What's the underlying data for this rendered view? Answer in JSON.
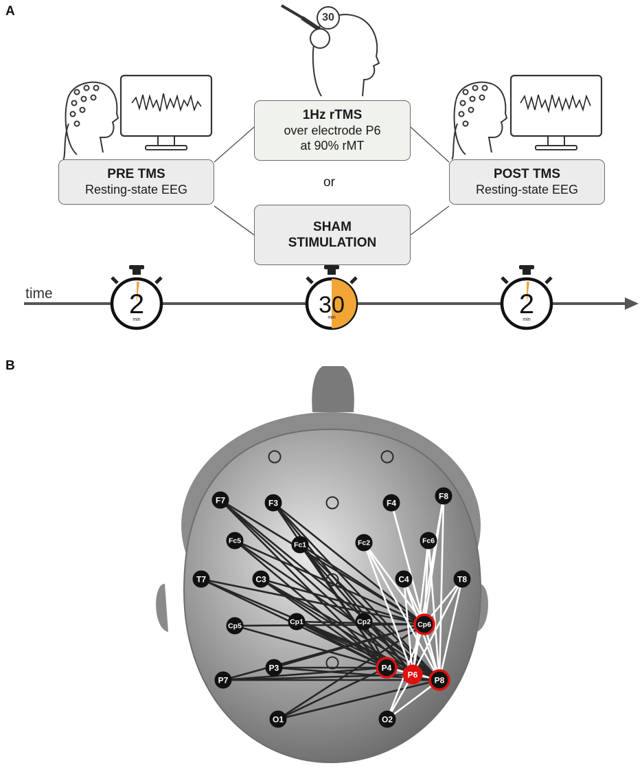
{
  "panels": {
    "a": "A",
    "b": "B"
  },
  "pre": {
    "title": "PRE TMS",
    "subtitle": "Resting-state EEG"
  },
  "post": {
    "title": "POST TMS",
    "subtitle": "Resting-state EEG"
  },
  "rtms": {
    "title": "1Hz rTMS",
    "line1": "over electrode P6",
    "line2": "at 90% rMT"
  },
  "or_text": "or",
  "sham": {
    "line1": "SHAM",
    "line2": "STIMULATION"
  },
  "timeline": {
    "label": "time",
    "timers": [
      {
        "value": "2",
        "unit": "min",
        "fraction": 0.033
      },
      {
        "value": "30",
        "unit": "min",
        "fraction": 0.5
      },
      {
        "value": "2",
        "unit": "min",
        "fraction": 0.033
      }
    ]
  },
  "colors": {
    "accent_orange": "#f2a535",
    "stim_red": "#e01010",
    "dark_line": "#262626",
    "light_line": "#ffffff"
  },
  "electrodes": [
    {
      "name": "F7",
      "stimulated": false
    },
    {
      "name": "F3",
      "stimulated": false
    },
    {
      "name": "F4",
      "stimulated": false
    },
    {
      "name": "F8",
      "stimulated": false
    },
    {
      "name": "Fc5",
      "stimulated": false
    },
    {
      "name": "Fc1",
      "stimulated": false
    },
    {
      "name": "Fc2",
      "stimulated": false
    },
    {
      "name": "Fc6",
      "stimulated": false
    },
    {
      "name": "T7",
      "stimulated": false
    },
    {
      "name": "C3",
      "stimulated": false
    },
    {
      "name": "C4",
      "stimulated": false
    },
    {
      "name": "T8",
      "stimulated": false
    },
    {
      "name": "Cp5",
      "stimulated": false
    },
    {
      "name": "Cp1",
      "stimulated": false
    },
    {
      "name": "Cp2",
      "stimulated": false
    },
    {
      "name": "Cp6",
      "stimulated": true
    },
    {
      "name": "P7",
      "stimulated": false
    },
    {
      "name": "P3",
      "stimulated": false
    },
    {
      "name": "P4",
      "stimulated": true
    },
    {
      "name": "P6",
      "stimulated": true
    },
    {
      "name": "P8",
      "stimulated": true
    },
    {
      "name": "O1",
      "stimulated": false
    },
    {
      "name": "O2",
      "stimulated": false
    }
  ],
  "connections": {
    "dark": [
      [
        "F7",
        "Cp6"
      ],
      [
        "F7",
        "P4"
      ],
      [
        "F7",
        "P6"
      ],
      [
        "F7",
        "P8"
      ],
      [
        "F3",
        "Cp6"
      ],
      [
        "F3",
        "P4"
      ],
      [
        "F3",
        "P6"
      ],
      [
        "F3",
        "P8"
      ],
      [
        "Fc5",
        "Cp6"
      ],
      [
        "Fc5",
        "P4"
      ],
      [
        "Fc5",
        "P8"
      ],
      [
        "Fc1",
        "Cp6"
      ],
      [
        "Fc1",
        "P4"
      ],
      [
        "Fc1",
        "P6"
      ],
      [
        "Fc1",
        "P8"
      ],
      [
        "T7",
        "Cp6"
      ],
      [
        "T7",
        "P4"
      ],
      [
        "T7",
        "P8"
      ],
      [
        "C3",
        "Cp6"
      ],
      [
        "C3",
        "P4"
      ],
      [
        "C3",
        "P6"
      ],
      [
        "C3",
        "P8"
      ],
      [
        "Cp5",
        "Cp6"
      ],
      [
        "Cp5",
        "P4"
      ],
      [
        "Cp1",
        "Cp6"
      ],
      [
        "Cp1",
        "P4"
      ],
      [
        "Cp1",
        "P6"
      ],
      [
        "Cp1",
        "P8"
      ],
      [
        "Cp2",
        "P4"
      ],
      [
        "Cp2",
        "P8"
      ],
      [
        "P7",
        "P4"
      ],
      [
        "P7",
        "P6"
      ],
      [
        "P7",
        "P8"
      ],
      [
        "P7",
        "Cp6"
      ],
      [
        "P3",
        "P4"
      ],
      [
        "P3",
        "P8"
      ],
      [
        "P3",
        "Cp6"
      ],
      [
        "O1",
        "P4"
      ],
      [
        "O1",
        "P8"
      ],
      [
        "O1",
        "Cp6"
      ]
    ],
    "light": [
      [
        "F4",
        "Cp6"
      ],
      [
        "F4",
        "P8"
      ],
      [
        "F8",
        "Cp6"
      ],
      [
        "F8",
        "P8"
      ],
      [
        "F8",
        "P6"
      ],
      [
        "Fc2",
        "Cp6"
      ],
      [
        "Fc2",
        "P8"
      ],
      [
        "Fc2",
        "P6"
      ],
      [
        "Fc6",
        "Cp6"
      ],
      [
        "Fc6",
        "P8"
      ],
      [
        "Fc6",
        "P6"
      ],
      [
        "C4",
        "Cp6"
      ],
      [
        "C4",
        "P8"
      ],
      [
        "C4",
        "P6"
      ],
      [
        "T8",
        "Cp6"
      ],
      [
        "T8",
        "P8"
      ],
      [
        "T8",
        "P6"
      ],
      [
        "Cp6",
        "P8"
      ],
      [
        "P4",
        "P8"
      ],
      [
        "O2",
        "P8"
      ],
      [
        "O2",
        "Cp6"
      ],
      [
        "O2",
        "P6"
      ]
    ]
  }
}
